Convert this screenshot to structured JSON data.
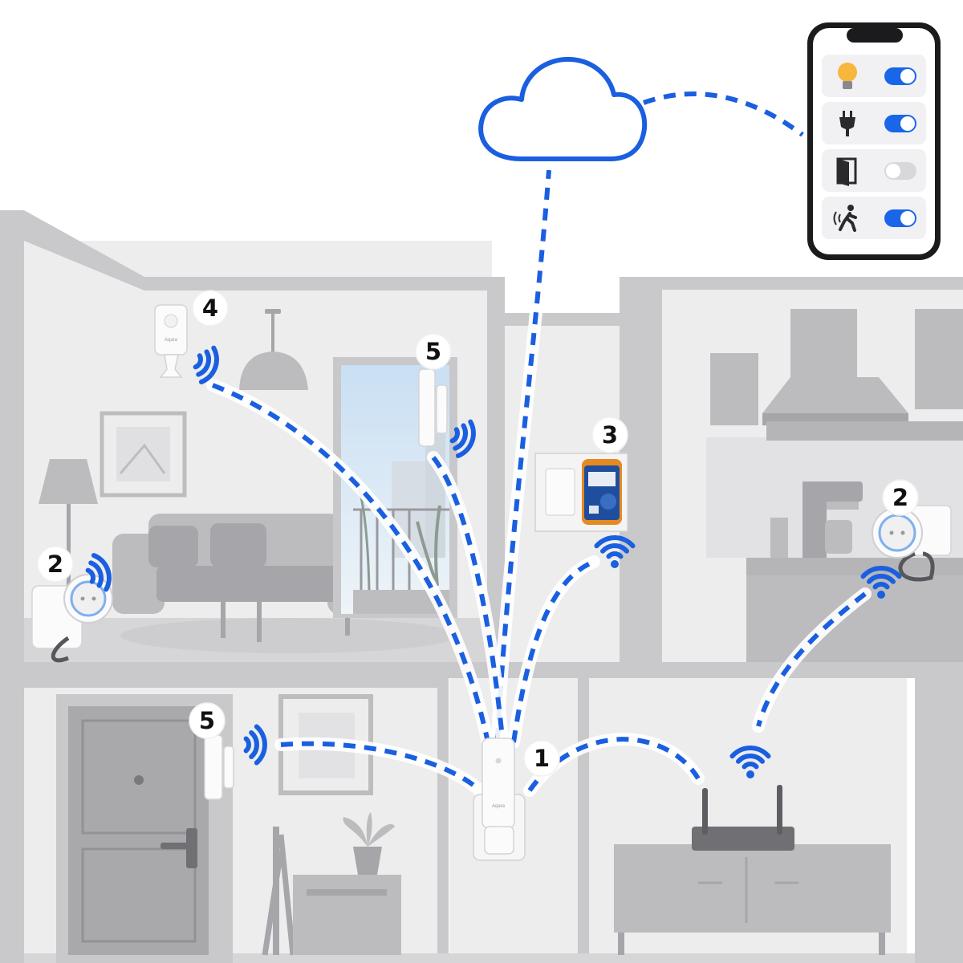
{
  "brand": {
    "device_label": "Aqara"
  },
  "colors": {
    "accent": "#1a5fe0",
    "toggle_on": "#1a66e8",
    "toggle_off": "#d8d8dc",
    "bulb": "#f6b73c"
  },
  "phone": {
    "rows": [
      {
        "icon": "lightbulb-icon",
        "toggle": "on"
      },
      {
        "icon": "plug-icon",
        "toggle": "on"
      },
      {
        "icon": "door-icon",
        "toggle": "off"
      },
      {
        "icon": "motion-icon",
        "toggle": "on"
      }
    ]
  },
  "badges": {
    "hub": "1",
    "plug_living": "2",
    "plug_kitchen": "2",
    "relay": "3",
    "motion_sensor": "4",
    "door_sensor_balcony": "5",
    "door_sensor_entry": "5"
  }
}
